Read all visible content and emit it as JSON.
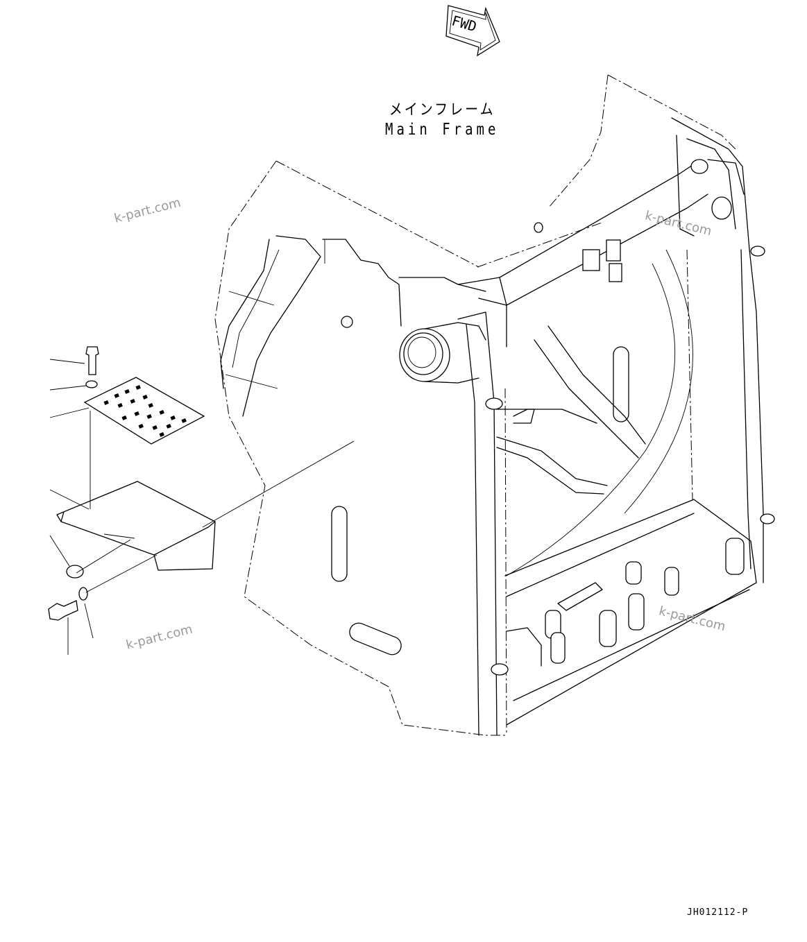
{
  "fwd_label": "FWD",
  "part_label_ja": "メインフレーム",
  "part_label_en": "Main Frame",
  "watermarks": [
    "k-part.com",
    "k-part.com",
    "k-part.com",
    "k-part.com"
  ],
  "drawing_code": "JH012112-P",
  "icons": [
    "fwd-arrow-icon"
  ],
  "colors": {
    "line": "#000000",
    "watermark": "#9a9a9a",
    "background": "#ffffff"
  }
}
